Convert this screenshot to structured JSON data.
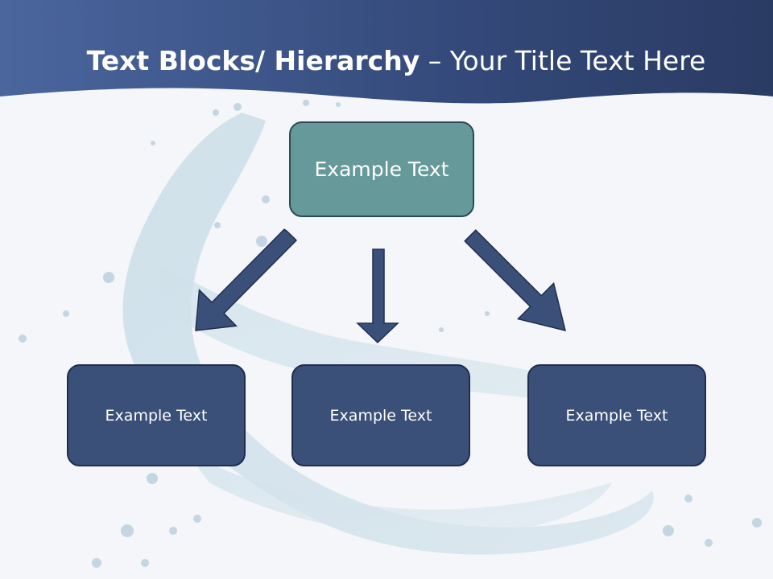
{
  "slide": {
    "title_bold": "Text Blocks/ Hierarchy",
    "title_rest": " – Your Title Text Here"
  },
  "hierarchy": {
    "top": {
      "label": "Example Text"
    },
    "children": [
      {
        "label": "Example Text"
      },
      {
        "label": "Example Text"
      },
      {
        "label": "Example Text"
      }
    ]
  },
  "colors": {
    "header_band": "#3a5283",
    "top_box": "#669999",
    "child_box": "#3b5079",
    "arrow": "#3b5079"
  }
}
